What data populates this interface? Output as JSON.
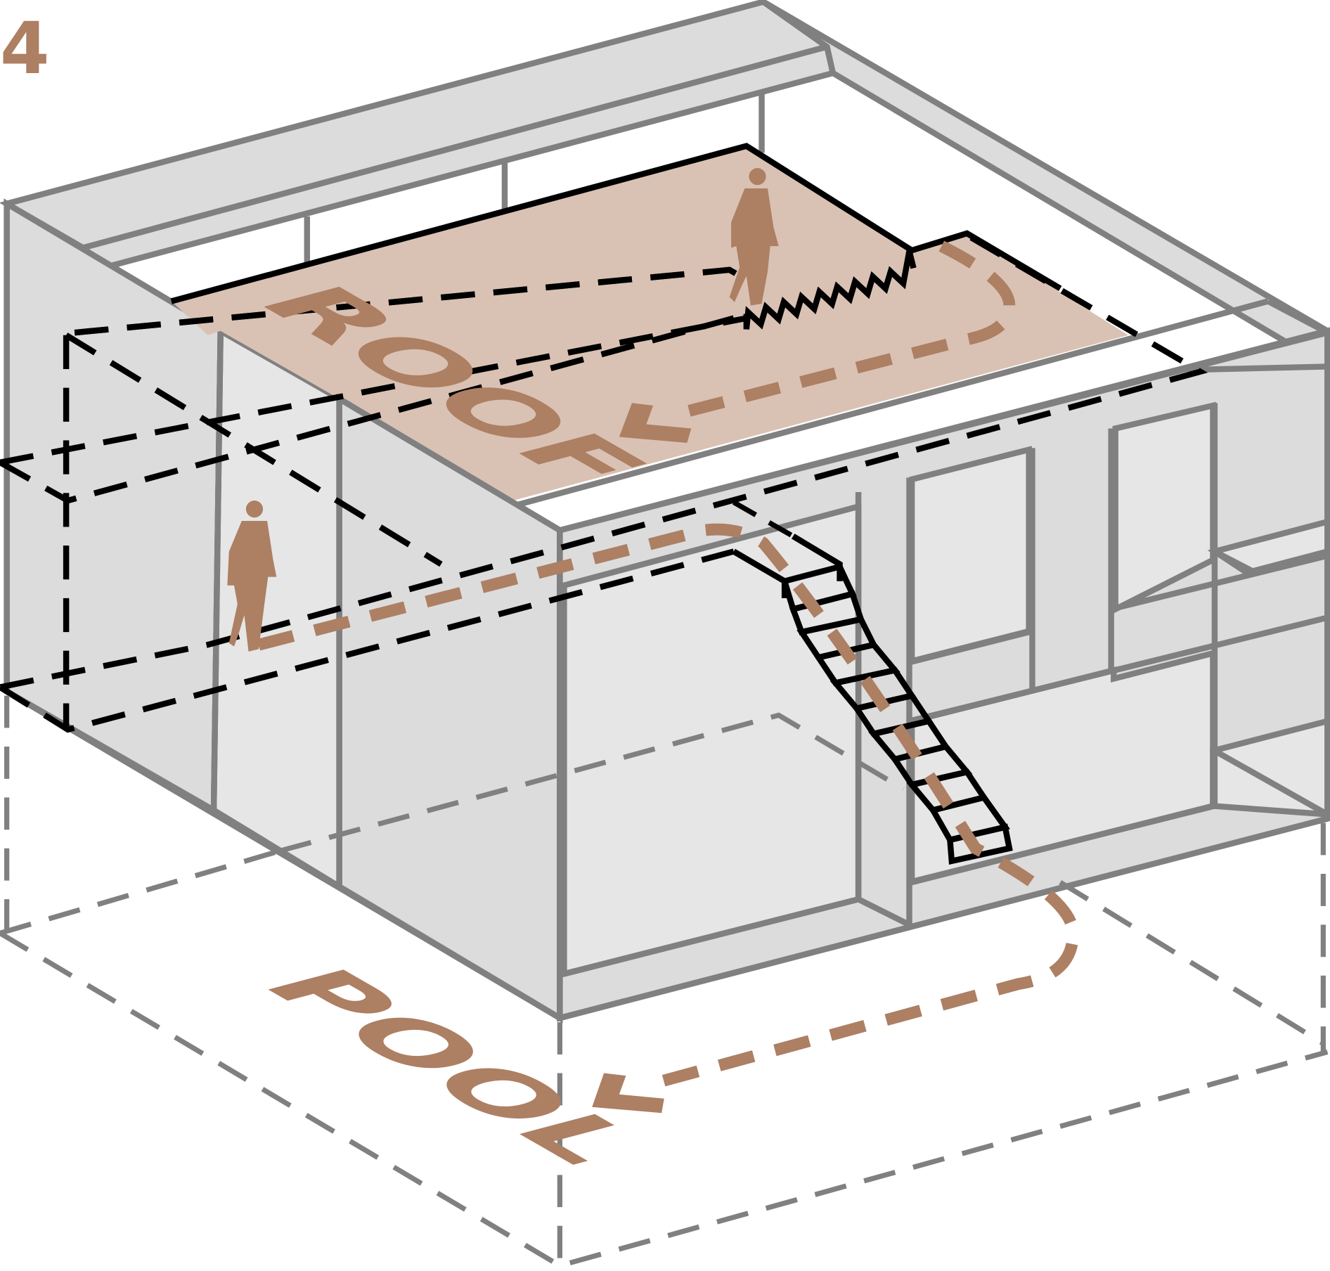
{
  "diagram": {
    "step_number": "4",
    "labels": {
      "roof": "ROOF",
      "pool": "POOL"
    },
    "figures": [
      {
        "name": "person-on-roof",
        "location": "roof"
      },
      {
        "name": "person-on-upper-floor",
        "location": "upper floor"
      }
    ],
    "paths": [
      {
        "name": "roof-circulation-path",
        "from": "roof stair",
        "to": "roof front"
      },
      {
        "name": "stair-to-pool-path",
        "from": "upper floor",
        "to": "pool"
      }
    ],
    "colors": {
      "accent": "#ad7f63",
      "roof_fill": "#d9c2b4",
      "structure_stroke": "#808080",
      "structure_fill": "#dcdcdc",
      "highlight_stroke": "#000000"
    }
  }
}
